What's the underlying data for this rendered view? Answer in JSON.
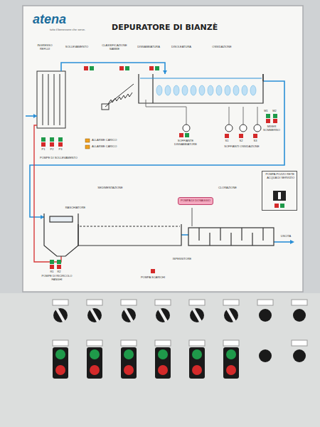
{
  "diagram": {
    "title": "DEPURATORE DI BIANZÈ",
    "nodes": [
      {
        "text": [
          "POMPA DI DOSAGGIO"
        ]
      },
      {
        "text": [
          "POMPA POZZO RETE ACQUA DI SERVIZIO"
        ]
      }
    ],
    "labels": [
      "atena",
      "tutto il benessere che serve.",
      "INGRESSO REFLUI",
      "SOLLEVAMENTO",
      "CLASSIFICAZIONE SABBIE",
      "DISSABBIATURA",
      "DISOLEATURA",
      "OSSIDAZIONE",
      "ALLARME CARICO",
      "ALLARME CARICO",
      "POMPE DI SOLLEVAMENTO",
      "P1",
      "P2",
      "P3",
      "SOFFIANTE DISSABBIATORE",
      "S1",
      "S2",
      "S3",
      "SOFFIANTI OSSIDAZIONE",
      "MIXER SOMMERSO",
      "M1",
      "M2",
      "SEDIMENTAZIONE",
      "CLORAZIONE",
      "RASCHIATORE",
      "USCITA",
      "POMPE DI RICIRCOLO FANGHI",
      "R1",
      "R2",
      "POMPA SCARICHI",
      "ISPESSITORE"
    ]
  }
}
